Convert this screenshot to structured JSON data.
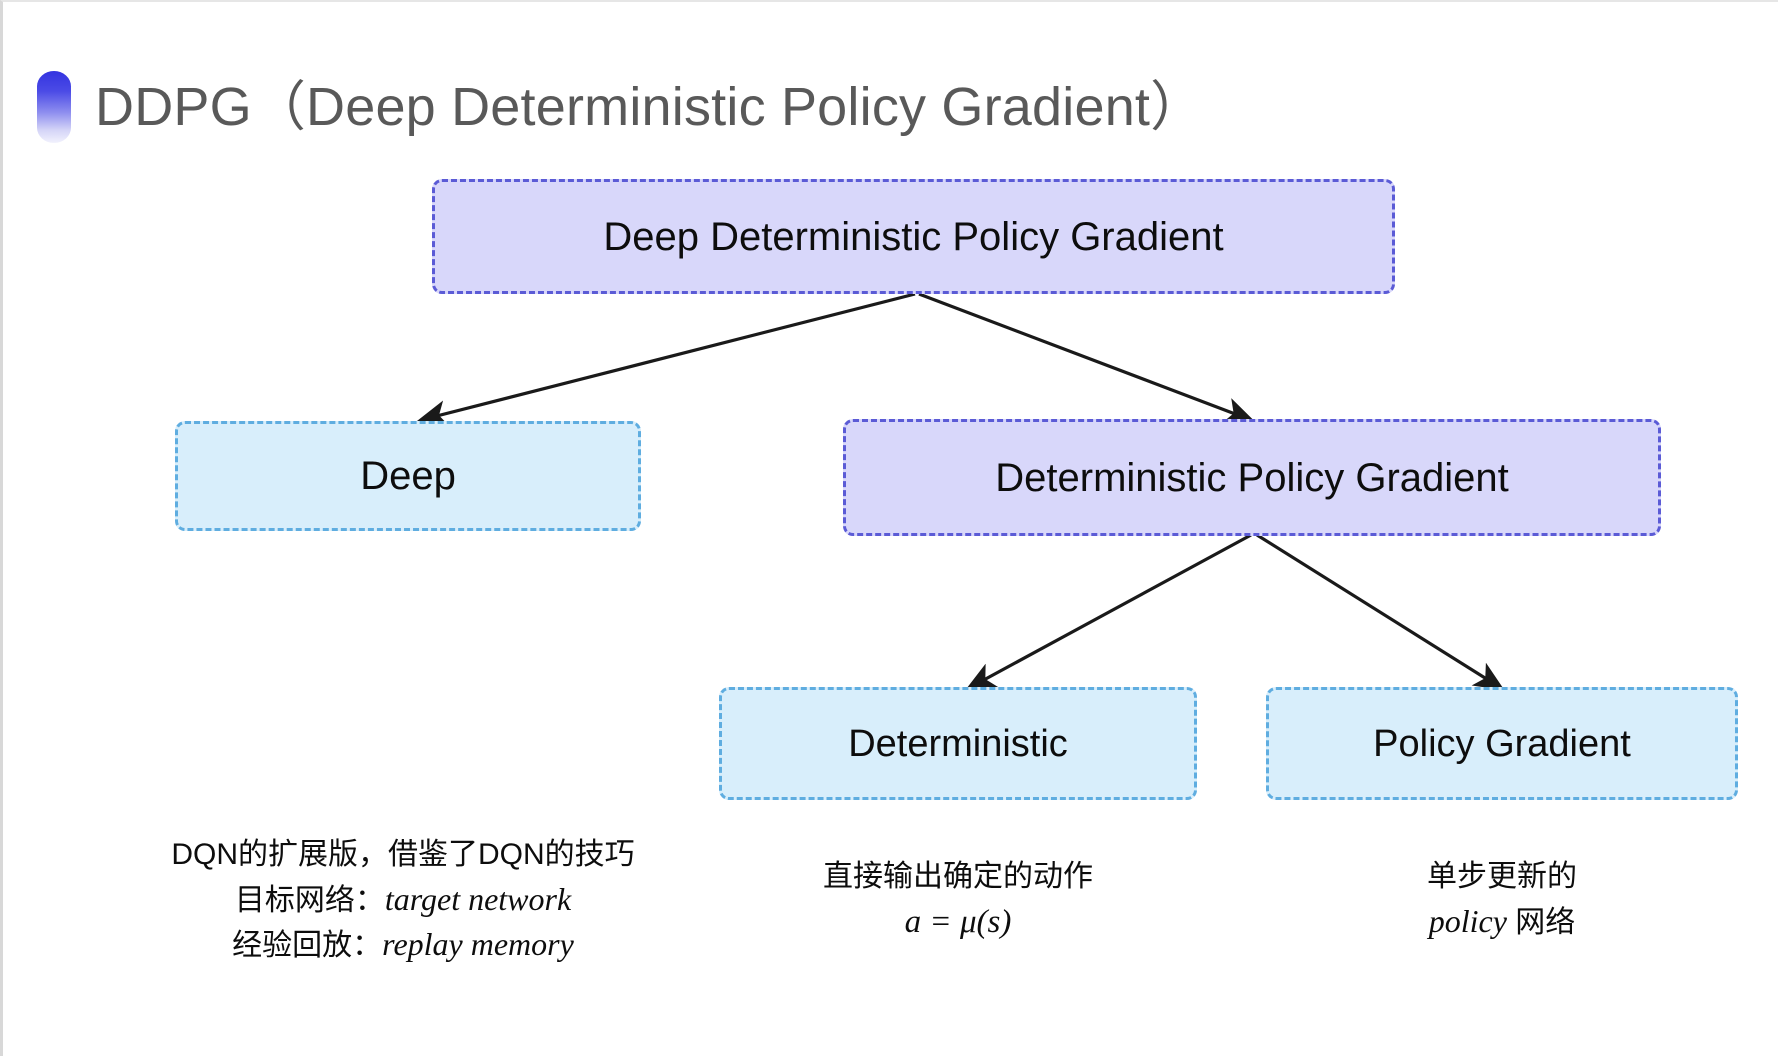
{
  "slide": {
    "title": "DDPG（Deep Deterministic Policy Gradient）",
    "bullet_icon": "half-circle-gradient-icon",
    "background_color": "#ffffff",
    "title_color": "#595959"
  },
  "palette": {
    "purple_fill": "#d8d7fa",
    "purple_border": "#5b5bd6",
    "cyan_fill": "#d8eefb",
    "cyan_border": "#5fade0",
    "arrow_color": "#1a1a1a",
    "text_color": "#0d0d0d"
  },
  "diagram": {
    "type": "tree",
    "nodes": [
      {
        "id": "root",
        "label": "Deep Deterministic Policy Gradient",
        "style": "purple"
      },
      {
        "id": "deep",
        "label": "Deep",
        "style": "cyan"
      },
      {
        "id": "dpg",
        "label": "Deterministic Policy Gradient",
        "style": "purple"
      },
      {
        "id": "det",
        "label": "Deterministic",
        "style": "cyan"
      },
      {
        "id": "pg",
        "label": "Policy Gradient",
        "style": "cyan"
      }
    ],
    "edges": [
      {
        "from": "root",
        "to": "deep"
      },
      {
        "from": "root",
        "to": "dpg"
      },
      {
        "from": "dpg",
        "to": "det"
      },
      {
        "from": "dpg",
        "to": "pg"
      }
    ]
  },
  "captions": {
    "deep": {
      "lines": [
        {
          "cn": "DQN的扩展版，借鉴了DQN的技巧",
          "en": ""
        },
        {
          "cn": "目标网络：",
          "en": "target network"
        },
        {
          "cn": "经验回放：",
          "en": "replay memory"
        }
      ]
    },
    "deterministic": {
      "line1": "直接输出确定的动作",
      "formula": "a = μ(s)"
    },
    "policy_gradient": {
      "line1": "单步更新的",
      "line2_en": "policy",
      "line2_cn": " 网络"
    }
  }
}
